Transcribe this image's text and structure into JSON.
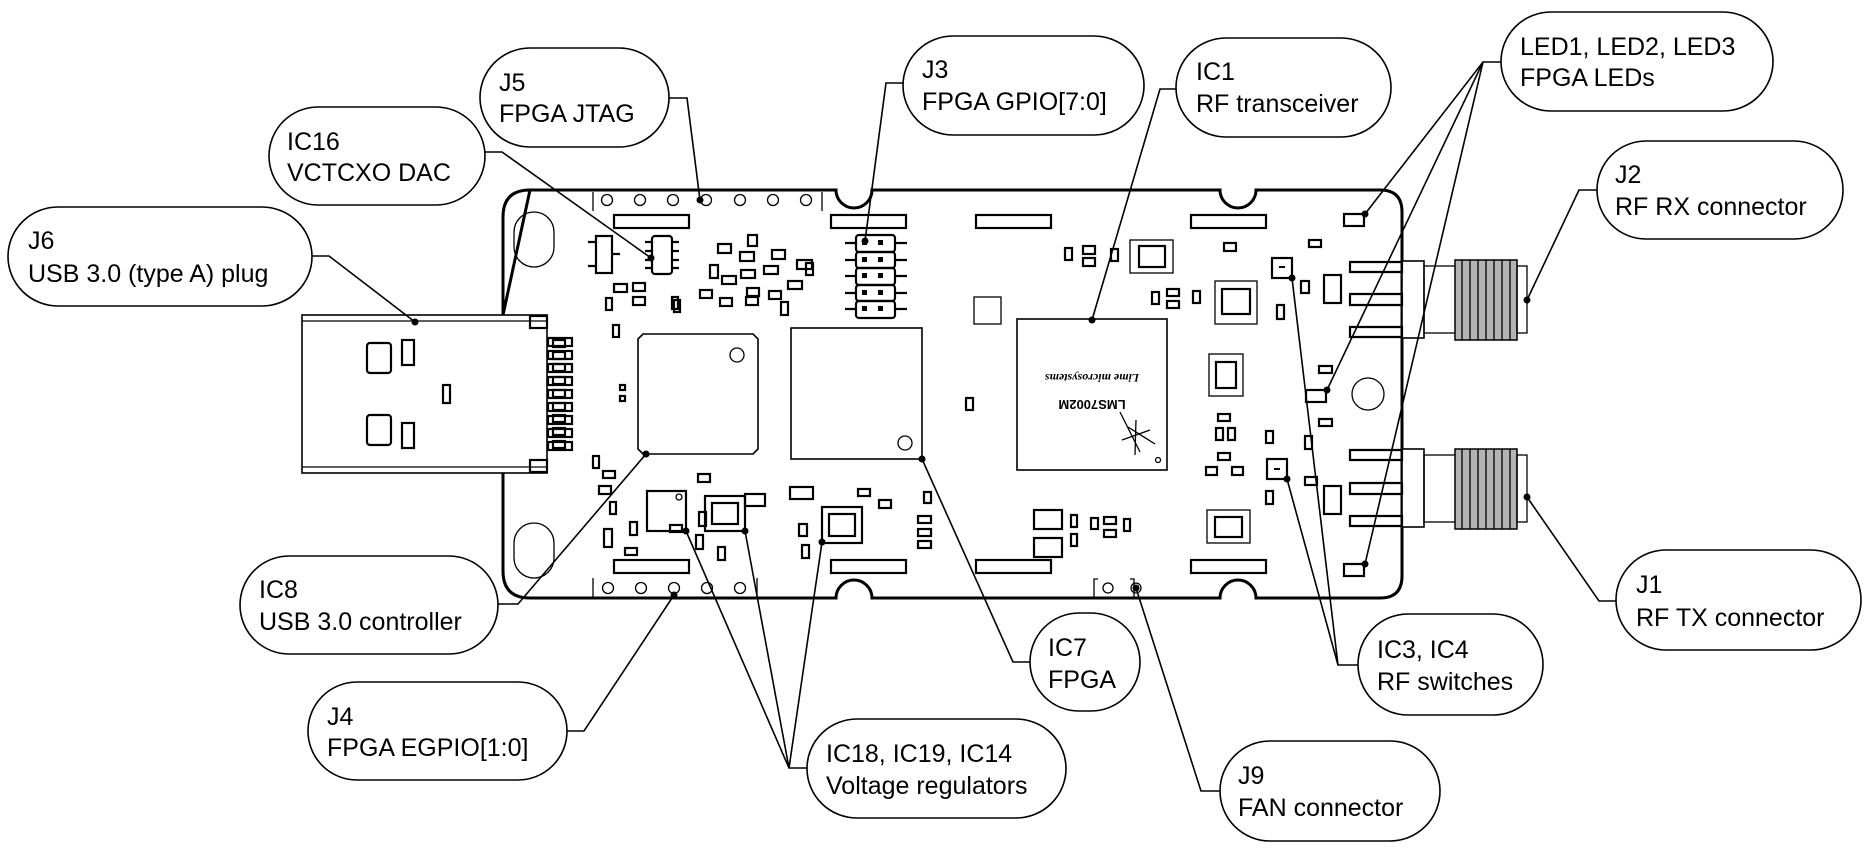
{
  "figure": {
    "title": "LimeSDR Mini board component layout",
    "chip_marking": {
      "part": "LMS7002M",
      "brand": "Lime microsystems"
    },
    "colors": {
      "line": "#000000",
      "background": "#ffffff"
    }
  },
  "callouts": [
    {
      "id": "j6",
      "designator": "J6",
      "description": "USB 3.0 (type A) plug"
    },
    {
      "id": "ic16",
      "designator": "IC16",
      "description": "VCTCXO DAC"
    },
    {
      "id": "j5",
      "designator": "J5",
      "description": "FPGA JTAG"
    },
    {
      "id": "j3",
      "designator": "J3",
      "description": "FPGA GPIO[7:0]"
    },
    {
      "id": "ic1",
      "designator": "IC1",
      "description": "RF transceiver"
    },
    {
      "id": "led",
      "designator": "LED1, LED2, LED3",
      "description": "FPGA LEDs"
    },
    {
      "id": "j2",
      "designator": "J2",
      "description": "RF RX connector"
    },
    {
      "id": "j1",
      "designator": "J1",
      "description": "RF TX connector"
    },
    {
      "id": "ic8",
      "designator": "IC8",
      "description": "USB 3.0 controller"
    },
    {
      "id": "j4",
      "designator": "J4",
      "description": "FPGA EGPIO[1:0]"
    },
    {
      "id": "reg",
      "designator": "IC18, IC19, IC14",
      "description": "Voltage regulators"
    },
    {
      "id": "ic7",
      "designator": "IC7",
      "description": "FPGA"
    },
    {
      "id": "j9",
      "designator": "J9",
      "description": "FAN connector"
    },
    {
      "id": "sw",
      "designator": "IC3, IC4",
      "description": "RF switches"
    }
  ]
}
